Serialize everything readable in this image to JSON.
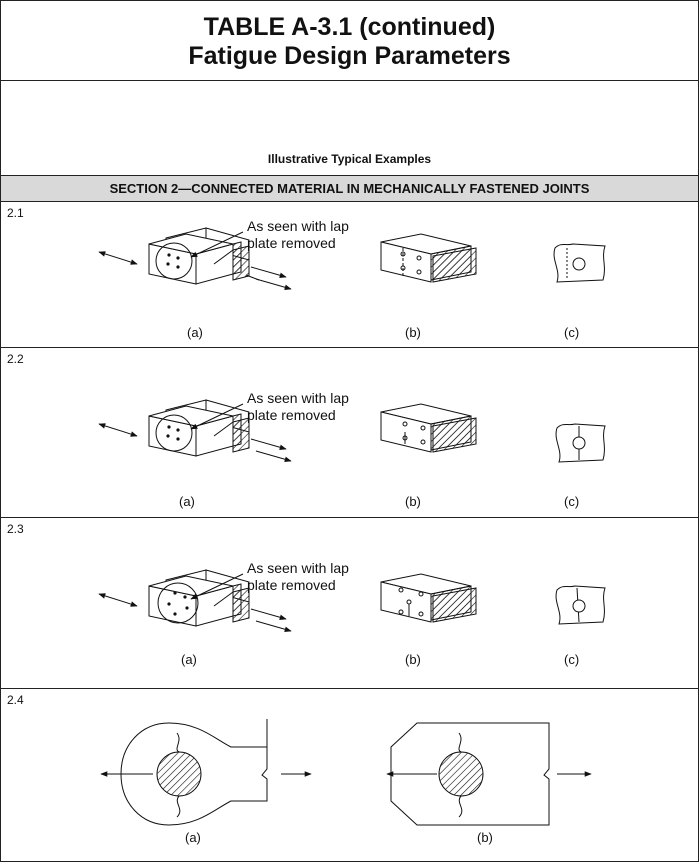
{
  "title": {
    "line1": "TABLE A-3.1 (continued)",
    "line2": "Fatigue Design Parameters"
  },
  "header": {
    "column_label": "Illustrative Typical Examples"
  },
  "section": {
    "title": "SECTION 2—CONNECTED MATERIAL IN MECHANICALLY FASTENED JOINTS"
  },
  "rows": [
    {
      "id": "2.1",
      "note_line1": "As seen with lap",
      "note_line2": "plate removed",
      "captions": [
        "(a)",
        "(b)",
        "(c)"
      ]
    },
    {
      "id": "2.2",
      "note_line1": "As seen with lap",
      "note_line2": "plate removed",
      "captions": [
        "(a)",
        "(b)",
        "(c)"
      ]
    },
    {
      "id": "2.3",
      "note_line1": "As seen with lap",
      "note_line2": "plate removed",
      "captions": [
        "(a)",
        "(b)",
        "(c)"
      ]
    },
    {
      "id": "2.4",
      "captions": [
        "(a)",
        "(b)"
      ]
    }
  ]
}
